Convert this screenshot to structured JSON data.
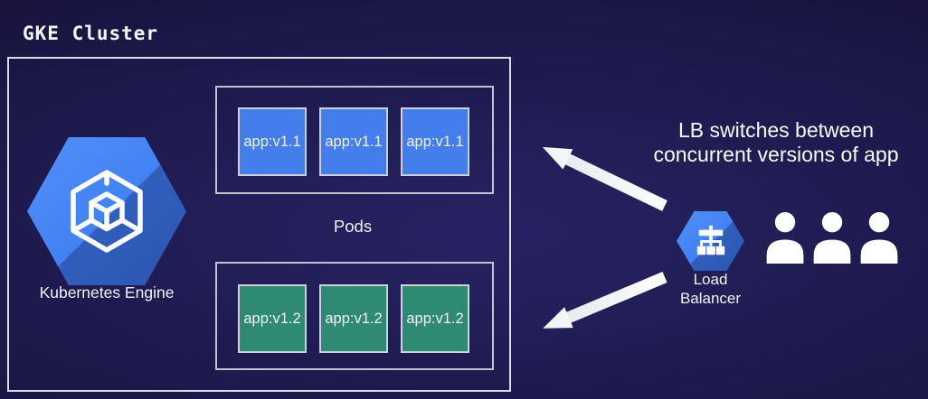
{
  "title": "GKE Cluster",
  "cluster": {
    "engine": {
      "label": "Kubernetes Engine"
    },
    "pods": {
      "label": "Pods",
      "v1_items": [
        "app:v1.1",
        "app:v1.1",
        "app:v1.1"
      ],
      "v2_items": [
        "app:v1.2",
        "app:v1.2",
        "app:v1.2"
      ]
    }
  },
  "load_balancer": {
    "line1": "Load",
    "line2": "Balancer"
  },
  "annotation": {
    "line1": "LB switches between",
    "line2": "concurrent versions of app"
  },
  "users": {
    "count": 3
  },
  "colors": {
    "background_navy": "#1d1a4c",
    "pod_v1_blue": "#447eec",
    "pod_v2_teal": "#2e8a73",
    "gcp_hexagon_blue": "#4285f4",
    "box_border_light": "#ccd0da",
    "text_white": "#f4f5f8"
  }
}
